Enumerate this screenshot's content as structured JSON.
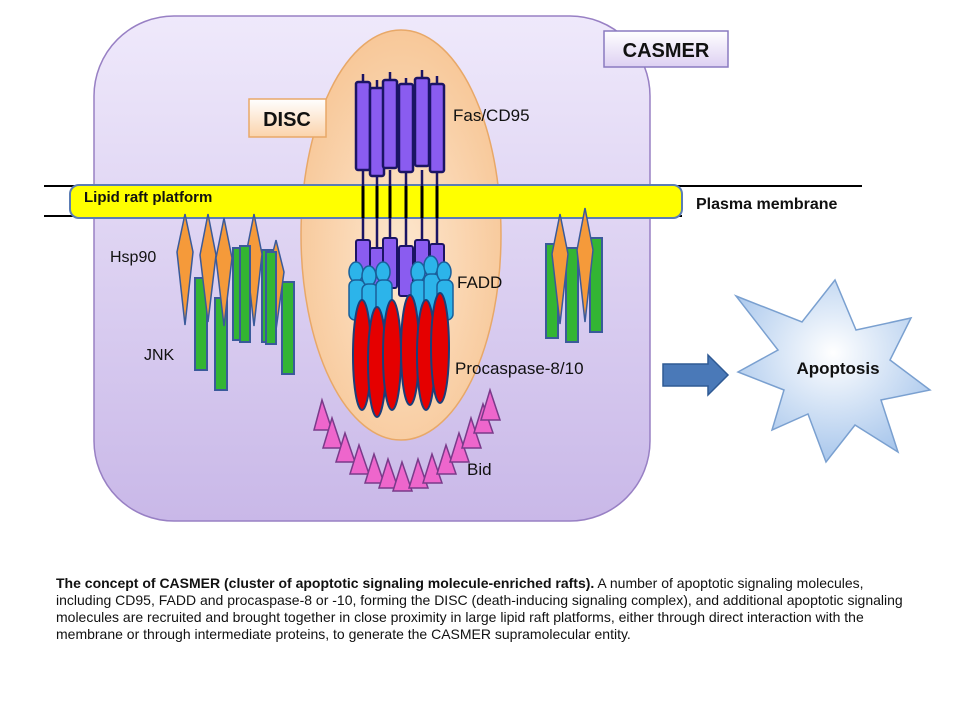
{
  "labels": {
    "casmer": "CASMER",
    "disc": "DISC",
    "fas": "Fas/CD95",
    "lipid_raft": "Lipid raft platform",
    "plasma_membrane": "Plasma membrane",
    "hsp90": "Hsp90",
    "jnk": "JNK",
    "fadd": "FADD",
    "procaspase": "Procaspase-8/10",
    "bid": "Bid",
    "apoptosis": "Apoptosis"
  },
  "caption": {
    "bold": "The concept of CASMER (cluster of  apoptotic signaling molecule-enriched rafts).",
    "text": " A number of apoptotic signaling molecules, including CD95, FADD and procaspase-8 or -10, forming the DISC (death-inducing signaling complex), and additional apoptotic signaling molecules are recruited and brought together in close proximity in large lipid raft platforms, either through direct interaction with the membrane or through intermediate proteins, to generate the CASMER supramolecular entity."
  },
  "colors": {
    "casmer_fill": "#d6c9ee",
    "disc_fill": "#f9d2a8",
    "raft": "#ffff00",
    "fas": "#8a5cf0",
    "fadd": "#2cb4ea",
    "procaspase": "#e50000",
    "bid": "#ee66cc",
    "hsp90": "#f59a3a",
    "jnk": "#33b533",
    "arrow": "#4a79b8",
    "apoptosis": "#cfe0f5"
  }
}
